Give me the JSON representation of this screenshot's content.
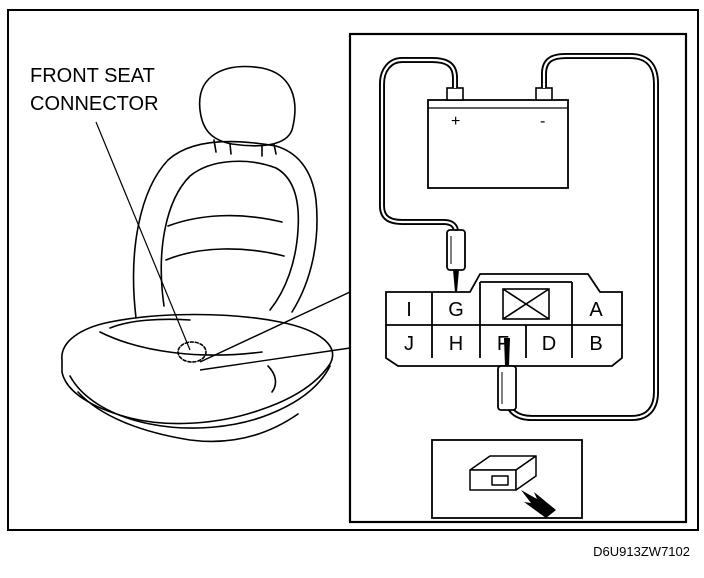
{
  "callout": {
    "line1": "FRONT SEAT",
    "line2": "CONNECTOR"
  },
  "battery": {
    "positive": "+",
    "negative": "-"
  },
  "connector": {
    "pins_top": [
      "I",
      "G",
      "A"
    ],
    "pins_bottom": [
      "J",
      "H",
      "F",
      "D",
      "B"
    ]
  },
  "figure_code": "D6U913ZW7102"
}
